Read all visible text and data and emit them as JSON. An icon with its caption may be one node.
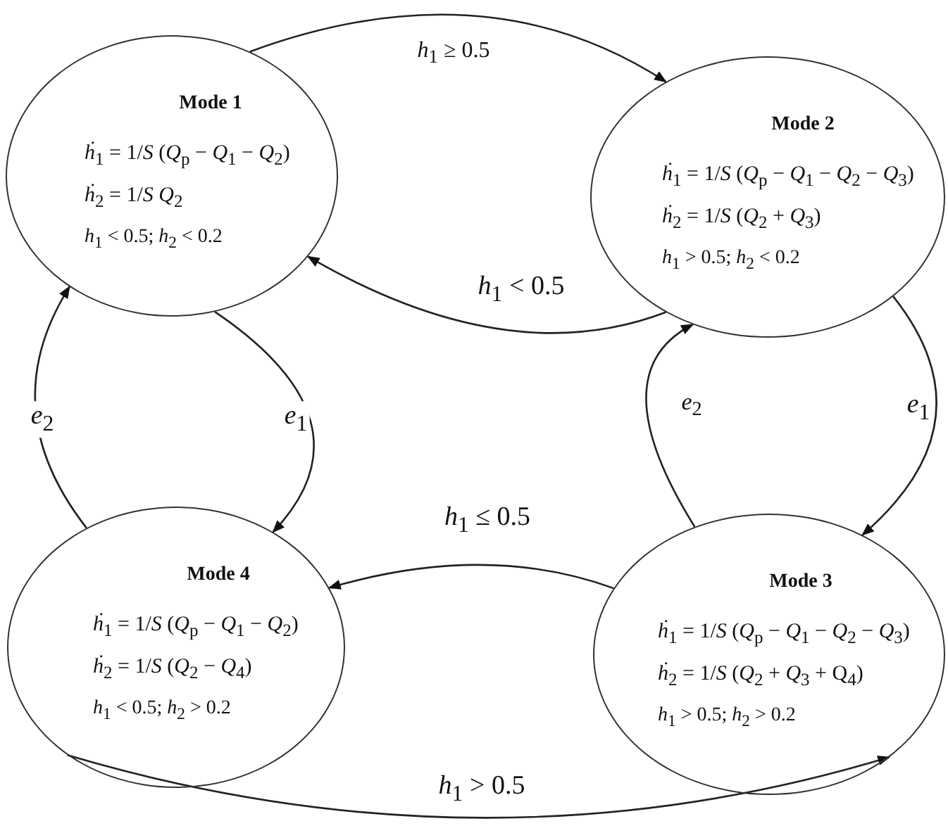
{
  "diagram": {
    "nodes": [
      {
        "text": [
          "Mode 1",
          "*ḣ*$_{1}$ = 1/*S* (*Q*$_{p}$ − *Q*$_{1}$ − *Q*$_{2}$)",
          "*ḣ*$_{2}$ = 1/*S* *Q*$_{2}$",
          "*h*$_{1}$ < 0.5; *h*$_{2}$ < 0.2"
        ]
      },
      {
        "text": [
          "Mode 2",
          "*ḣ*$_{1}$ = 1/*S* (*Q*$_{p}$ − *Q*$_{1}$ − *Q*$_{2}$ − *Q*$_{3}$)",
          "*ḣ*$_{2}$ = 1/*S* (*Q*$_{2}$ + *Q*$_{3}$)",
          "*h*$_{1}$ > 0.5; *h*$_{2}$ < 0.2"
        ]
      },
      {
        "text": [
          "Mode 4",
          "*ḣ*$_{1}$ = 1/*S* (*Q*$_{p}$ − *Q*$_{1}$ − *Q*$_{2}$)",
          "*ḣ*$_{2}$ = 1/*S* (*Q*$_{2}$ − *Q*$_{4}$)",
          "*h*$_{1}$ < 0.5; *h*$_{2}$ > 0.2"
        ]
      },
      {
        "text": [
          "Mode 3",
          "*ḣ*$_{1}$ = 1/*S* (*Q*$_{p}$ − *Q*$_{1}$ − *Q*$_{2}$ − *Q*$_{3}$)",
          "*ḣ*$_{2}$ = 1/*S* (*Q*$_{2}$ + *Q*$_{3}$ + Q$_{4}$)",
          "*h*$_{1}$ > 0.5; *h*$_{2}$ > 0.2"
        ]
      }
    ],
    "edges": [
      {
        "from": 0,
        "to": 1,
        "arrow": "to",
        "label": "*h*$_{1}$ ≥ 0.5"
      },
      {
        "from": 1,
        "to": 0,
        "arrow": "to",
        "label": "*h*$_{1}$ < 0.5"
      },
      {
        "from": 0,
        "to": 2,
        "arrow": "to",
        "label": "*e*$_{1}$"
      },
      {
        "from": 2,
        "to": 0,
        "arrow": "to",
        "label": "*e*$_{2}$"
      },
      {
        "from": 1,
        "to": 3,
        "arrow": "to",
        "label": "*e*$_{1}$"
      },
      {
        "from": 3,
        "to": 1,
        "arrow": "to",
        "label": "*e*$_{2}$"
      },
      {
        "from": 3,
        "to": 2,
        "arrow": "to",
        "label": "*h*$_{1}$ ≤ 0.5"
      },
      {
        "from": 2,
        "to": 3,
        "arrow": "to",
        "label": "*h*$_{1}$ > 0.5"
      }
    ]
  }
}
